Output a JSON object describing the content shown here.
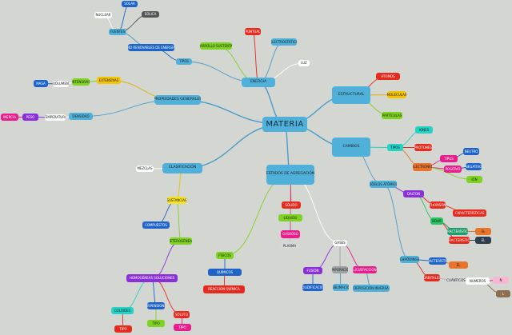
{
  "title": "MATERIA",
  "nodes": [
    {
      "id": "root",
      "text": "MATERIA",
      "color": "#4fb0d9"
    },
    {
      "id": "energia",
      "text": "ENERGIA",
      "color": "#4fb0d9"
    },
    {
      "id": "propiedades",
      "text": "PROPIEDADES GENERALES",
      "color": "#4fb0d9"
    },
    {
      "id": "clasificacion",
      "text": "CLASIFICACIÓN",
      "color": "#4fb0d9"
    },
    {
      "id": "estructural",
      "text": "ESTRUCTURAL",
      "color": "#4fb0d9"
    },
    {
      "id": "cambios",
      "text": "CAMBIOS",
      "color": "#4fb0d9"
    },
    {
      "id": "estados",
      "text": "ESTADOS DE AGREGACIÓN",
      "color": "#4fb0d9"
    },
    {
      "id": "luz",
      "text": "LUZ",
      "color": "#ffffff"
    },
    {
      "id": "n_puntual",
      "text": "PUNTUAL",
      "color": "#e62a1e"
    },
    {
      "id": "n_electrost",
      "text": "ELECTROSTÁTICA",
      "color": "#4fb0d9"
    },
    {
      "id": "n_desarrollo",
      "text": "DESARROLLO SUSTENTABLE",
      "color": "#7ed321"
    },
    {
      "id": "n_tipos",
      "text": "TIPOS",
      "color": "#4fb0d9"
    },
    {
      "id": "n_renov",
      "text": "NO RENOVABLES DE ENERGÍA",
      "color": "#1e63c7"
    },
    {
      "id": "n_fuentes",
      "text": "FUENTES",
      "color": "#4fb0d9"
    },
    {
      "id": "n_nuclear",
      "text": "NUCLEAR",
      "color": "#ffffff"
    },
    {
      "id": "n_solar",
      "text": "SOLAR",
      "color": "#1e63c7"
    },
    {
      "id": "n_eolica",
      "text": "EÓLICA",
      "color": "#555555"
    },
    {
      "id": "n_extensivas",
      "text": "EXTENSIVAS",
      "color": "#f5c400"
    },
    {
      "id": "n_intensivas",
      "text": "INTENSIVAS",
      "color": "#7ed321"
    },
    {
      "id": "n_masa",
      "text": "MASA",
      "color": "#1e63c7"
    },
    {
      "id": "n_volumen",
      "text": "VOLUMEN",
      "color": "#ffffff"
    },
    {
      "id": "n_densidad",
      "text": "DENSIDAD",
      "color": "#4fb0d9"
    },
    {
      "id": "n_temperat",
      "text": "TEMPERATURA",
      "color": "#ffffff"
    },
    {
      "id": "n_peso",
      "text": "PESO",
      "color": "#8b2fd8"
    },
    {
      "id": "n_inercia",
      "text": "INERCIA",
      "color": "#e91e8c"
    },
    {
      "id": "n_mezclas",
      "text": "MEZCLAS",
      "color": "#ffffff"
    },
    {
      "id": "n_sustancias",
      "text": "SUSTANCIAS",
      "color": "#f5e11e"
    },
    {
      "id": "n_compuestos",
      "text": "COMPUESTOS",
      "color": "#1e63c7"
    },
    {
      "id": "n_hetero",
      "text": "HETEROGÉNEAS",
      "color": "#7ed321"
    },
    {
      "id": "n_homog",
      "text": "HOMOGÉNEAS SOLUCIONES",
      "color": "#8b2fd8"
    },
    {
      "id": "n_coloides",
      "text": "COLOIDES",
      "color": "#22d3c5"
    },
    {
      "id": "n_suspens",
      "text": "SUSPENSIONES",
      "color": "#1e63c7"
    },
    {
      "id": "n_soluto",
      "text": "SOLUTO",
      "color": "#e62a1e"
    },
    {
      "id": "n_tipo1",
      "text": "TIPO",
      "color": "#e62a1e"
    },
    {
      "id": "n_tipo2",
      "text": "TIPO",
      "color": "#7ed321"
    },
    {
      "id": "n_tipo3",
      "text": "TIPO",
      "color": "#e91e8c"
    },
    {
      "id": "n_solido",
      "text": "SÓLIDO",
      "color": "#e62a1e"
    },
    {
      "id": "n_liquido",
      "text": "LÍQUIDO",
      "color": "#7ed321"
    },
    {
      "id": "n_gaseoso",
      "text": "GASEOSO",
      "color": "#e91e8c"
    },
    {
      "id": "n_plasma",
      "text": "PLASMA",
      "color": "#d8d8d8"
    },
    {
      "id": "n_fisicos",
      "text": "FÍSICOS",
      "color": "#7ed321"
    },
    {
      "id": "n_quimicos",
      "text": "QUÍMICOS",
      "color": "#1e63c7"
    },
    {
      "id": "n_reaccion",
      "text": "REACCIÓN QUÍMICA",
      "color": "#e62a1e"
    },
    {
      "id": "n_gases",
      "text": "GASES",
      "color": "#ffffff"
    },
    {
      "id": "n_fusion",
      "text": "FUSIÓN",
      "color": "#8b2fd8"
    },
    {
      "id": "n_evapor",
      "text": "EVAPORACIÓN",
      "color": "#9aa0a6"
    },
    {
      "id": "n_licuef",
      "text": "LICUEFACCIÓN",
      "color": "#e91e8c"
    },
    {
      "id": "n_solidif",
      "text": "SOLIDIFICACIÓN",
      "color": "#1e63c7"
    },
    {
      "id": "n_sublim",
      "text": "SUBLIMACIÓN",
      "color": "#4fb0d9"
    },
    {
      "id": "n_deposic",
      "text": "DEPOSICIÓN INVERSA",
      "color": "#4fb0d9"
    },
    {
      "id": "n_atomos",
      "text": "ÁTOMOS",
      "color": "#e62a1e"
    },
    {
      "id": "n_mol",
      "text": "MOLÉCULAS",
      "color": "#f5c400"
    },
    {
      "id": "n_nucleo",
      "text": "PARTÍCULAS",
      "color": "#7ed321"
    },
    {
      "id": "n_iones",
      "text": "IONES",
      "color": "#22d3c5"
    },
    {
      "id": "n_tipos2",
      "text": "TIPOS",
      "color": "#22d3c5"
    },
    {
      "id": "n_prot",
      "text": "PROTONES",
      "color": "#e62a1e"
    },
    {
      "id": "n_elect",
      "text": "ELECTRONES",
      "color": "#e8742b"
    },
    {
      "id": "n_s1",
      "text": "TIPOS",
      "color": "#e91e8c"
    },
    {
      "id": "n_s2",
      "text": "NEUTRO",
      "color": "#1e63c7"
    },
    {
      "id": "n_s3",
      "text": "POSITIVO",
      "color": "#e91e8c"
    },
    {
      "id": "n_s4",
      "text": "NEGATIVO",
      "color": "#1e63c7"
    },
    {
      "id": "n_s5",
      "text": "IÓN",
      "color": "#7ed321"
    },
    {
      "id": "n_modelos",
      "text": "MODELOS ATÓMICOS",
      "color": "#4fb0d9"
    },
    {
      "id": "n_dalton",
      "text": "DALTON",
      "color": "#8b2fd8"
    },
    {
      "id": "n_thomson",
      "text": "THOMSON",
      "color": "#e62a1e"
    },
    {
      "id": "n_rutherford",
      "text": "CARACTERÍSTICAS",
      "color": "#e62a1e"
    },
    {
      "id": "n_bohr",
      "text": "BOHR",
      "color": "#22c55e"
    },
    {
      "id": "n_bohr_a",
      "text": "CARACTERÍSTICAS",
      "color": "#1e9e6e"
    },
    {
      "id": "n_bohr_b",
      "text": "EL",
      "color": "#e8742b"
    },
    {
      "id": "n_bohr_c",
      "text": "CARACTERÍSTICAS",
      "color": "#e62a1e"
    },
    {
      "id": "n_bohr_d",
      "text": "EL",
      "color": "#2d3e50"
    },
    {
      "id": "n_schro",
      "text": "SCHRÖDINGER",
      "color": "#4fb0d9"
    },
    {
      "id": "n_schro_a",
      "text": "CARACTERÍSTICAS",
      "color": "#1e63c7"
    },
    {
      "id": "n_schro_b",
      "text": "EL",
      "color": "#e8742b"
    },
    {
      "id": "n_orb",
      "text": "ORBITALES",
      "color": "#e62a1e"
    },
    {
      "id": "n_cuant",
      "text": "CUÁNTICOS",
      "color": "#d8d8d8"
    },
    {
      "id": "n_numeros",
      "text": "NÚMEROS",
      "color": "#ffffff"
    },
    {
      "id": "n_n1",
      "text": "N",
      "color": "#f7b6d2"
    },
    {
      "id": "n_n2",
      "text": "L",
      "color": "#8b6f4e"
    }
  ]
}
